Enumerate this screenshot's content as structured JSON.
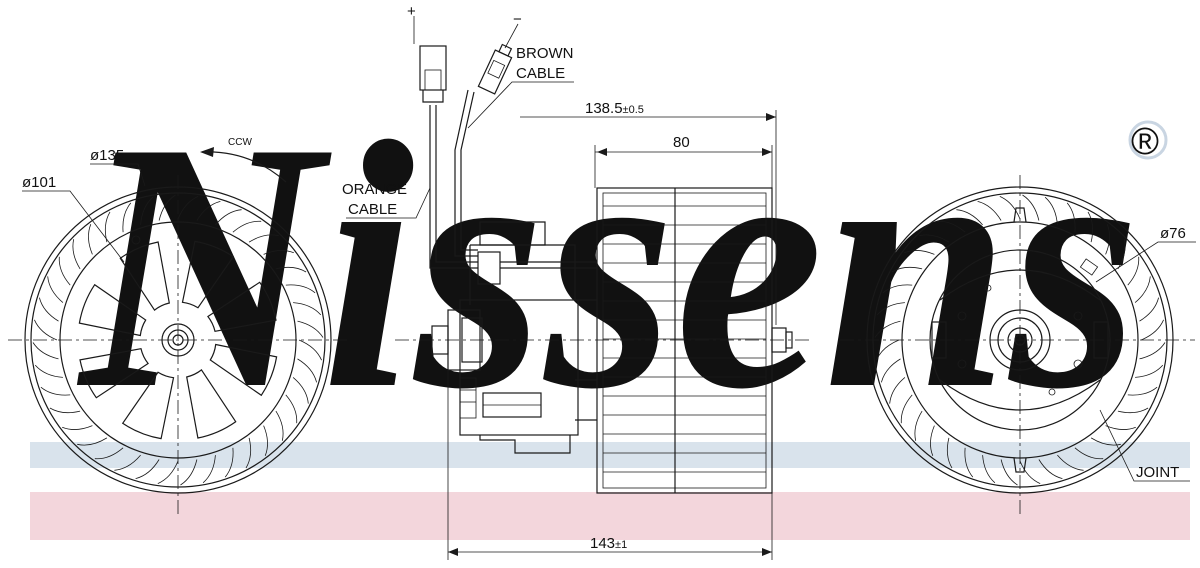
{
  "watermark": {
    "brand": "Nissens",
    "registered_mark": "®",
    "color": "#c9d5e2",
    "band_blue": "#d9e3ec",
    "band_pink": "#f3d6dc"
  },
  "labels": {
    "plus": "+",
    "minus": "−",
    "brown_cable": [
      "BROWN",
      "CABLE"
    ],
    "orange_cable": [
      "ORANGE",
      "CABLE"
    ],
    "ccw": "CCW",
    "dia_135": "ø135",
    "dia_101": "ø101",
    "dia_76": "ø76",
    "joint": "JOINT"
  },
  "dimensions": {
    "length_top": {
      "main": "138.5",
      "tol": "±0.5"
    },
    "drum_width": "80",
    "length_bottom": {
      "main": "143",
      "tol": "±1"
    }
  }
}
